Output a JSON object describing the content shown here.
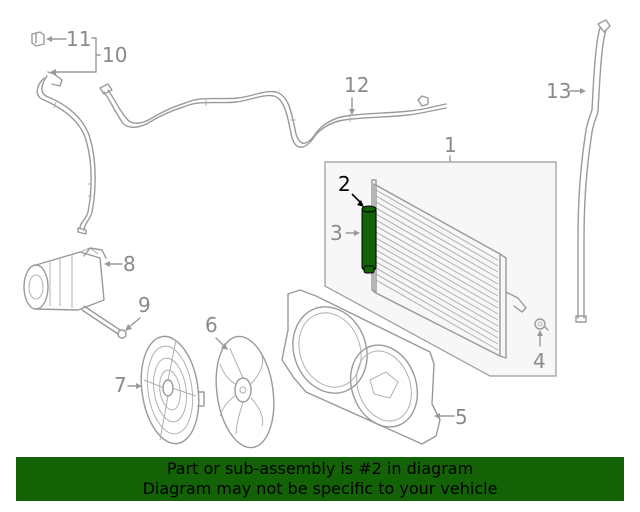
{
  "diagram": {
    "title": "A/C condenser & related parts diagram",
    "highlight_color": "#136206",
    "line_color": "#9a9a9a",
    "callouts": [
      {
        "id": "1",
        "label": "1",
        "part": "condenser-assembly"
      },
      {
        "id": "2",
        "label": "2",
        "part": "receiver-drier",
        "highlighted": true
      },
      {
        "id": "3",
        "label": "3",
        "part": "drier-cartridge"
      },
      {
        "id": "4",
        "label": "4",
        "part": "fitting"
      },
      {
        "id": "5",
        "label": "5",
        "part": "fan-shroud"
      },
      {
        "id": "6",
        "label": "6",
        "part": "fan-blade"
      },
      {
        "id": "7",
        "label": "7",
        "part": "fan-guard"
      },
      {
        "id": "8",
        "label": "8",
        "part": "compressor"
      },
      {
        "id": "9",
        "label": "9",
        "part": "bolt"
      },
      {
        "id": "10",
        "label": "10",
        "part": "hose-assembly"
      },
      {
        "id": "11",
        "label": "11",
        "part": "cap"
      },
      {
        "id": "12",
        "label": "12",
        "part": "ac-line"
      },
      {
        "id": "13",
        "label": "13",
        "part": "ac-tube"
      }
    ]
  },
  "banner": {
    "line1": "Part or sub-assembly is #2 in diagram",
    "line2": "Diagram may not be specific to your vehicle",
    "background": "#136206"
  }
}
